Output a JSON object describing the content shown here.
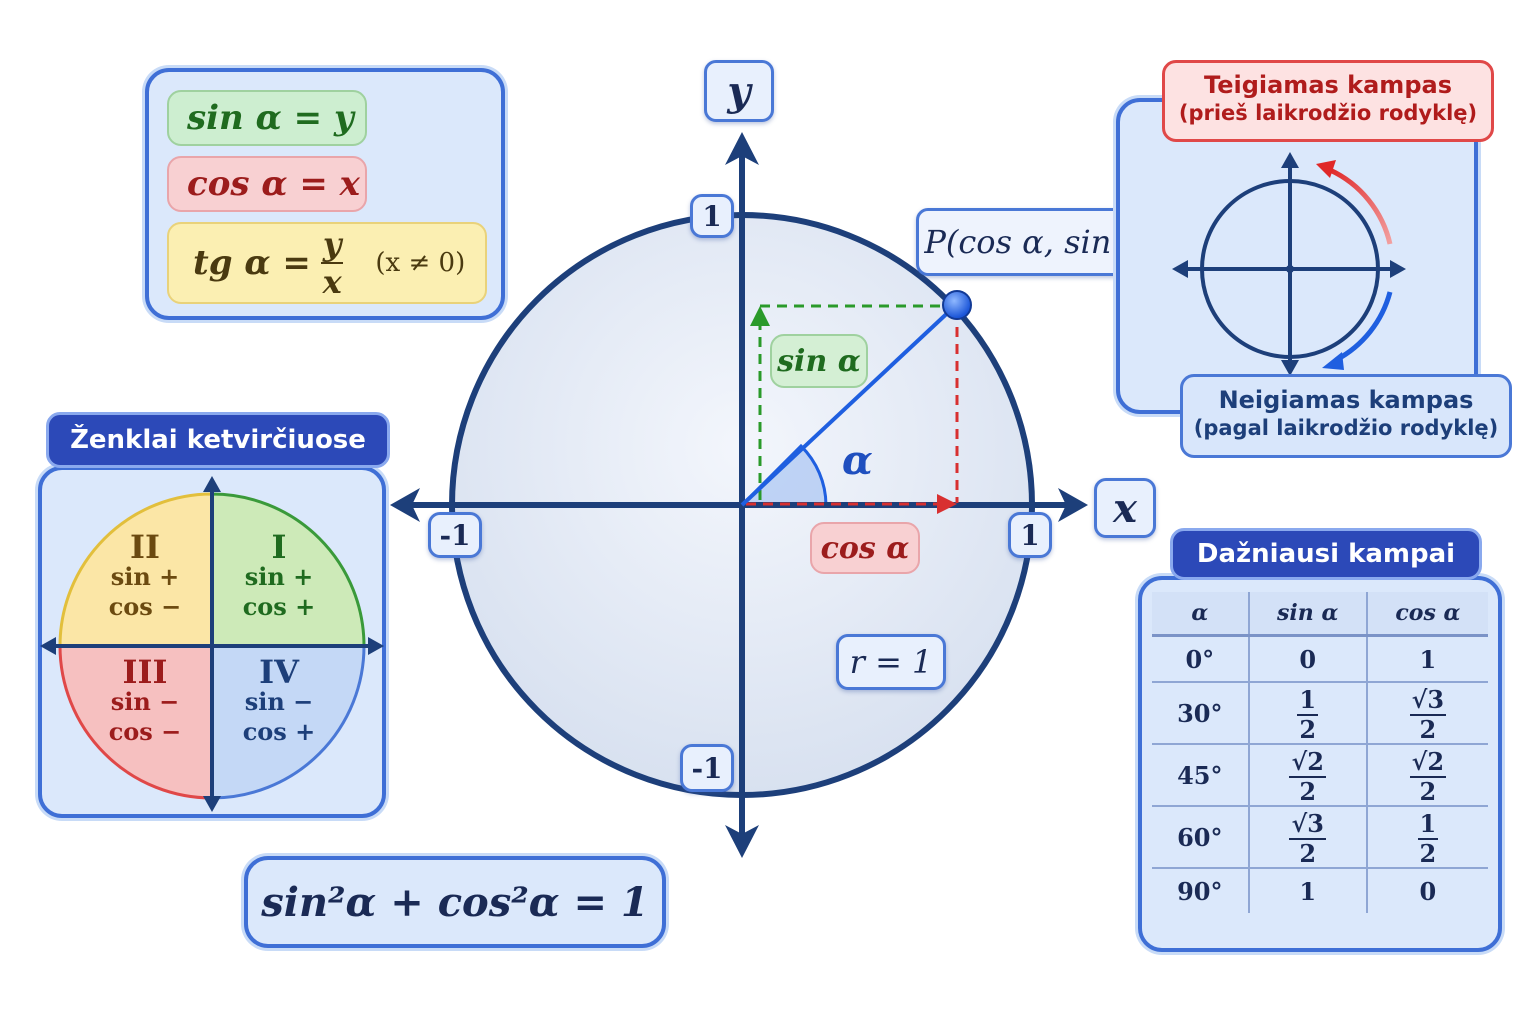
{
  "definitions": {
    "sin_def": "sin α = y",
    "cos_def": "cos α = x",
    "tg_label": "tg α =",
    "tg_num": "y",
    "tg_den": "x",
    "tg_cond": "(x ≠ 0)"
  },
  "axes": {
    "y_label": "y",
    "x_label": "x",
    "tick_pos": "1",
    "tick_neg": "-1"
  },
  "unit_circle": {
    "point_label": "P(cos α, sin α)",
    "sin_label": "sin α",
    "cos_label": "cos α",
    "angle_label": "α",
    "radius_label": "r = 1",
    "colors": {
      "sin": "#2a9a2a",
      "cos": "#d83030",
      "radius": "#1f5fe0",
      "circle": "#1d3f7a"
    }
  },
  "quadrants": {
    "title": "Ženklai ketvirčiuose",
    "items": [
      {
        "numeral": "II",
        "sin": "sin +",
        "cos": "cos −",
        "color": "#fbe6a6"
      },
      {
        "numeral": "I",
        "sin": "sin +",
        "cos": "cos +",
        "color": "#cdeab8"
      },
      {
        "numeral": "III",
        "sin": "sin −",
        "cos": "cos −",
        "color": "#f6c0c0"
      },
      {
        "numeral": "IV",
        "sin": "sin −",
        "cos": "cos +",
        "color": "#c4d8f6"
      }
    ]
  },
  "identity": {
    "text": "sin²α + cos²α = 1"
  },
  "direction": {
    "positive_title": "Teigiamas kampas",
    "positive_sub": "(prieš laikrodžio rodyklę)",
    "negative_title": "Neigiamas kampas",
    "negative_sub": "(pagal laikrodžio rodyklę)"
  },
  "angles_table": {
    "title": "Dažniausi kampai",
    "headers": [
      "α",
      "sin α",
      "cos α"
    ],
    "rows": [
      {
        "angle": "0°",
        "sin": "0",
        "cos": "1"
      },
      {
        "angle": "30°",
        "sin": {
          "num": "1",
          "den": "2"
        },
        "cos": {
          "num": "√3",
          "den": "2"
        }
      },
      {
        "angle": "45°",
        "sin": {
          "num": "√2",
          "den": "2"
        },
        "cos": {
          "num": "√2",
          "den": "2"
        }
      },
      {
        "angle": "60°",
        "sin": {
          "num": "√3",
          "den": "2"
        },
        "cos": {
          "num": "1",
          "den": "2"
        }
      },
      {
        "angle": "90°",
        "sin": "1",
        "cos": "0"
      }
    ]
  }
}
